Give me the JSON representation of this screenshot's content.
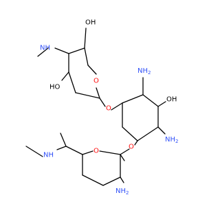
{
  "colors": {
    "bond": "#000000",
    "nitrogen": "#3050f8",
    "oxygen": "#ff0d0d",
    "background": "#ffffff"
  },
  "molecule": {
    "labels": {
      "oh_top": "OH",
      "nh_methyl_top": "NH",
      "ring_o_top": "O",
      "oh_left": "HO",
      "nh2_right_top": "NH",
      "nh2_right_top_sub": "2",
      "glyco_o_top": "O",
      "oh_mid": "OH",
      "nh2_mid": "NH",
      "nh2_mid_sub": "2",
      "glyco_o_bottom": "O",
      "ring_o_bottom": "O",
      "nh_methyl_bottom": "NH",
      "nh2_bottom": "NH",
      "nh2_bottom_sub": "2"
    }
  }
}
